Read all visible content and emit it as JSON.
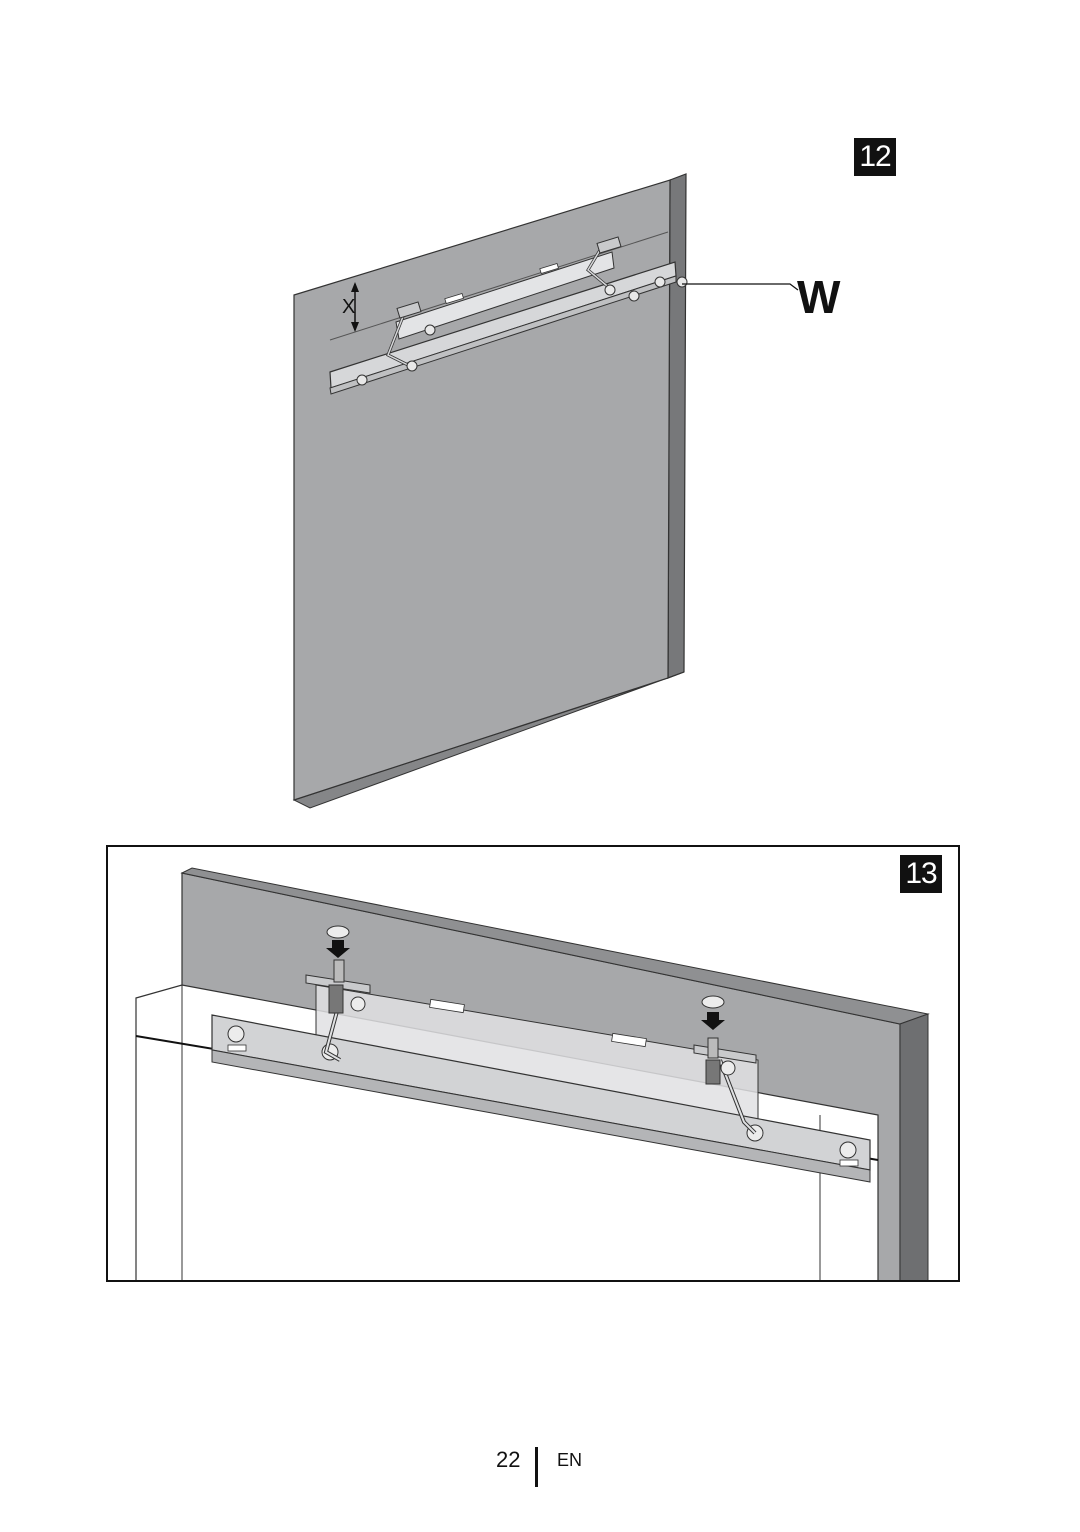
{
  "figures": {
    "step12": {
      "number": "12",
      "callout_label": "W",
      "dimension_label": "X"
    },
    "step13": {
      "number": "13"
    }
  },
  "footer": {
    "page_number": "22",
    "language": "EN"
  },
  "colors": {
    "panel": "#a7a8aa",
    "panel_edge": "#77787a",
    "bracket": "#d6d7d9",
    "outline": "#111111",
    "badge_bg": "#111111"
  }
}
